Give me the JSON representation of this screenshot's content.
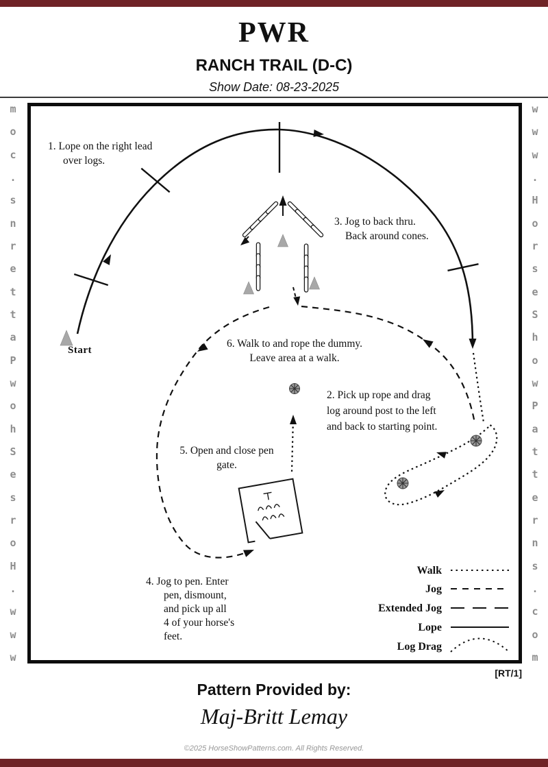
{
  "page": {
    "title": "PWR",
    "subtitle": "RANCH TRAIL (D-C)",
    "show_date": "Show Date: 08-23-2025",
    "watermark": "www.HorseShowPatterns.com",
    "pattern_code": "[RT/1]",
    "provided_by_label": "Pattern Provided by:",
    "provided_by_name": "Maj-Britt Lemay",
    "copyright": "©2025 HorseShowPatterns.com. All Rights Reserved."
  },
  "colors": {
    "accent_maroon": "#6f2326",
    "watermark_gray": "#8d8d8d",
    "cone_gray": "#a8a8a8",
    "post_gray": "#9a9a9a"
  },
  "labels": {
    "start": "Start"
  },
  "instructions": [
    {
      "lines": [
        "1.  Lope on the right lead",
        "over logs."
      ]
    },
    {
      "lines": [
        "2. Pick up rope and drag",
        "log around post to the left",
        "and back to starting point."
      ]
    },
    {
      "lines": [
        "3.  Jog to back thru.",
        "Back around cones."
      ]
    },
    {
      "lines": [
        "4.  Jog to pen.  Enter",
        "pen, dismount,",
        "and pick up all",
        "4 of your horse's",
        "feet."
      ]
    },
    {
      "lines": [
        "5.  Open and close pen",
        "gate."
      ]
    },
    {
      "lines": [
        "6.  Walk to and rope the dummy.",
        "Leave area at a walk."
      ]
    }
  ],
  "legend": [
    {
      "label": "Walk",
      "line": "dotted"
    },
    {
      "label": "Jog",
      "line": "dashed"
    },
    {
      "label": "Extended Jog",
      "line": "long-dash"
    },
    {
      "label": "Lope",
      "line": "solid"
    },
    {
      "label": "Log Drag",
      "line": "dotted-arc"
    }
  ]
}
